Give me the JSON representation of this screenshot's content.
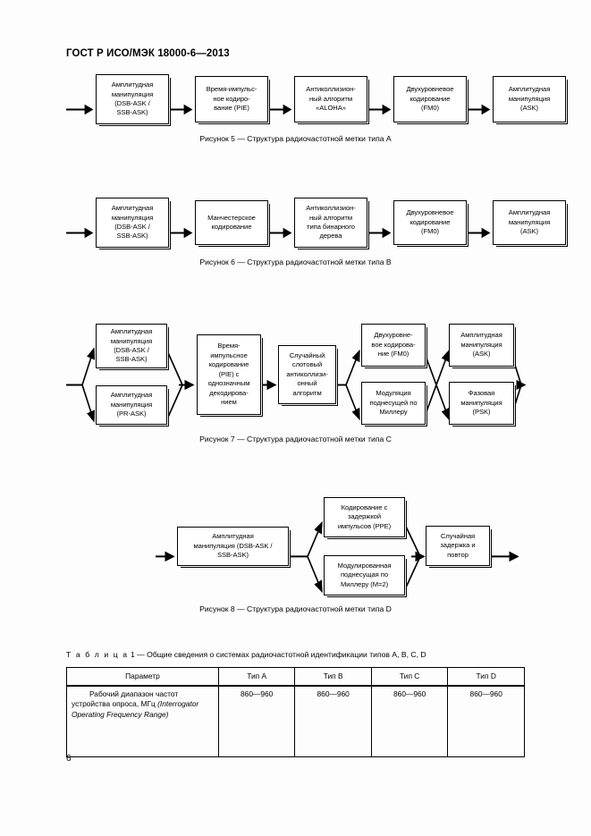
{
  "document": {
    "header": "ГОСТ Р ИСО/МЭК 18000-6—2013",
    "page_number": "6"
  },
  "figures": [
    {
      "id": "figure-5",
      "caption": "Рисунок 5 — Структура радиочастотной метки типа А",
      "nodes": [
        {
          "name": "amplitude-modulation-dsb-ssb",
          "lines": [
            "Амплитудная",
            "манипуляция",
            "(DSB-ASK /",
            "SSB-ASK)"
          ]
        },
        {
          "name": "pulse-interval-encoding",
          "lines": [
            "Время-импульс-",
            "ное кодиро-",
            "вание (PIE)"
          ]
        },
        {
          "name": "anticollision-aloha",
          "lines": [
            "Антиколлизион-",
            "ный алгоритм",
            "«ALOHA»"
          ]
        },
        {
          "name": "two-level-encoding-fm0",
          "lines": [
            "Двухуровневое",
            "кодирование",
            "(FM0)"
          ]
        },
        {
          "name": "amplitude-modulation-ask",
          "lines": [
            "Амплитудная",
            "манипуляция",
            "(ASK)"
          ]
        }
      ]
    },
    {
      "id": "figure-6",
      "caption": "Рисунок 6 — Структура радиочастотной метки типа В",
      "nodes": [
        {
          "name": "amplitude-modulation-dsb-ssb",
          "lines": [
            "Амплитудная",
            "манипуляция",
            "(DSB-ASK /",
            "SSB-ASK)"
          ]
        },
        {
          "name": "manchester-encoding",
          "lines": [
            "Манчестерское",
            "кодирование"
          ]
        },
        {
          "name": "anticollision-binary-tree",
          "lines": [
            "Антиколлизион-",
            "ный алгоритм",
            "типа бинарного",
            "дерева"
          ]
        },
        {
          "name": "two-level-encoding-fm0",
          "lines": [
            "Двухуровневое",
            "кодирование",
            "(FM0)"
          ]
        },
        {
          "name": "amplitude-modulation-ask",
          "lines": [
            "Амплитудная",
            "манипуляция",
            "(ASK)"
          ]
        }
      ]
    },
    {
      "id": "figure-7",
      "caption": "Рисунок 7 — Структура радиочастотной метки типа С",
      "nodes": [
        {
          "name": "amplitude-modulation-dsb-ssb",
          "lines": [
            "Амплитудная",
            "манипуляция",
            "(DSB-ASK /",
            "SSB-ASK)"
          ]
        },
        {
          "name": "amplitude-modulation-pr-ask",
          "lines": [
            "Амплитудная",
            "манипуляция",
            "(PR-ASK)"
          ]
        },
        {
          "name": "pie-unambiguous-decoding",
          "lines": [
            "Время-",
            "импульсное",
            "кодирование",
            "(PIE) с",
            "однозначным",
            "декодирова-",
            "нием"
          ]
        },
        {
          "name": "random-slotted-anticollision",
          "lines": [
            "Случайный",
            "слотовый",
            "антиколлизи-",
            "онный",
            "алгоритм"
          ]
        },
        {
          "name": "two-level-encoding-fm0",
          "lines": [
            "Двухуровне-",
            "вое кодирова-",
            "ние (FM0)"
          ]
        },
        {
          "name": "miller-subcarrier-modulation",
          "lines": [
            "Модуляция",
            "поднесущей по",
            "Миллеру"
          ]
        },
        {
          "name": "amplitude-modulation-ask",
          "lines": [
            "Амплитудная",
            "манипуляция",
            "(ASK)"
          ]
        },
        {
          "name": "phase-modulation-psk",
          "lines": [
            "Фазовая",
            "манипуляция",
            "(PSK)"
          ]
        }
      ]
    },
    {
      "id": "figure-8",
      "caption": "Рисунок 8 — Структура радиочастотной метки типа D",
      "nodes": [
        {
          "name": "amplitude-modulation-dsb-ssb",
          "lines": [
            "Амплитудная",
            "манипуляция (DSB-ASK /",
            "SSB-ASK)"
          ]
        },
        {
          "name": "pulse-position-encoding-ppe",
          "lines": [
            "Кодирование с",
            "задержкой",
            "импульсов (PPE)"
          ]
        },
        {
          "name": "modulated-miller-subcarrier",
          "lines": [
            "Модулированная",
            "поднесущая по",
            "Миллеру (M=2)"
          ]
        },
        {
          "name": "random-delay-and-repeat",
          "lines": [
            "Случайная",
            "задержка и",
            "повтор"
          ]
        }
      ]
    }
  ],
  "table": {
    "title_label": "Т а б л и ц а",
    "title_rest": "1 — Общие сведения о системах радиочастотной идентификации типов A, B, C, D",
    "headers": [
      "Параметр",
      "Тип А",
      "Тип В",
      "Тип С",
      "Тип D"
    ],
    "rows": [
      {
        "parameter_plain": "Рабочий диапазон частот устройства опроса, МГц ",
        "parameter_italic": "(Interrogator Operating Frequency Range)",
        "values": [
          "860—960",
          "860—960",
          "860—960",
          "860—960"
        ]
      }
    ]
  },
  "colors": {
    "ink": "#000000",
    "paper": "#fdfdfd"
  }
}
